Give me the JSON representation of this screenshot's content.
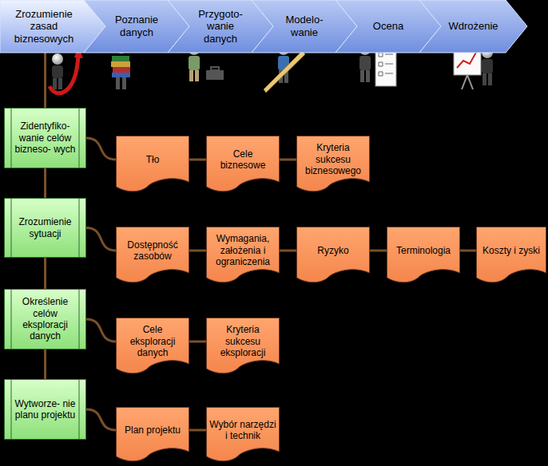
{
  "diagram": {
    "nodes": [
      {
        "text": [
          "Zrozumienie zasad biznesowych"
        ]
      },
      {
        "text": [
          "Poznanie danych"
        ]
      },
      {
        "text": [
          "Przygoto- wanie danych"
        ]
      },
      {
        "text": [
          "Modelo- wanie"
        ]
      },
      {
        "text": [
          "Ocena"
        ]
      },
      {
        "text": [
          "Wdrożenie"
        ]
      },
      {
        "text": [
          "Zidentyfiko- wanie celów bizneso- wych"
        ]
      },
      {
        "text": [
          "Tło"
        ]
      },
      {
        "text": [
          "Cele biznesowe"
        ]
      },
      {
        "text": [
          "Kryteria sukcesu biznesowego"
        ]
      },
      {
        "text": [
          "Zrozumienie sytuacji"
        ]
      },
      {
        "text": [
          "Dostępność zasobów"
        ]
      },
      {
        "text": [
          "Wymagania, założenia i ograniczenia"
        ]
      },
      {
        "text": [
          "Ryzyko"
        ]
      },
      {
        "text": [
          "Terminologia"
        ]
      },
      {
        "text": [
          "Koszty i zyski"
        ]
      },
      {
        "text": [
          "Określenie celów eksploracji danych"
        ]
      },
      {
        "text": [
          "Cele eksploracji danych"
        ]
      },
      {
        "text": [
          "Kryteria sukcesu eksploracji"
        ]
      },
      {
        "text": [
          "Wytworze- nie planu projektu"
        ]
      },
      {
        "text": [
          "Plan projektu"
        ]
      },
      {
        "text": [
          "Wybór narzędzi i technik"
        ]
      }
    ],
    "edges": [
      {
        "from": 0,
        "to": 6,
        "arrow": "none"
      },
      {
        "from": 6,
        "to": 10,
        "arrow": "none"
      },
      {
        "from": 10,
        "to": 16,
        "arrow": "none"
      },
      {
        "from": 16,
        "to": 19,
        "arrow": "none"
      },
      {
        "from": 6,
        "to": 7,
        "arrow": "none"
      },
      {
        "from": 7,
        "to": 8,
        "arrow": "none"
      },
      {
        "from": 8,
        "to": 9,
        "arrow": "none"
      },
      {
        "from": 10,
        "to": 11,
        "arrow": "none"
      },
      {
        "from": 11,
        "to": 12,
        "arrow": "none"
      },
      {
        "from": 12,
        "to": 13,
        "arrow": "none"
      },
      {
        "from": 13,
        "to": 14,
        "arrow": "none"
      },
      {
        "from": 14,
        "to": 15,
        "arrow": "none"
      },
      {
        "from": 16,
        "to": 17,
        "arrow": "none"
      },
      {
        "from": 17,
        "to": 18,
        "arrow": "none"
      },
      {
        "from": 19,
        "to": 20,
        "arrow": "none"
      },
      {
        "from": 20,
        "to": 21,
        "arrow": "none"
      }
    ]
  }
}
